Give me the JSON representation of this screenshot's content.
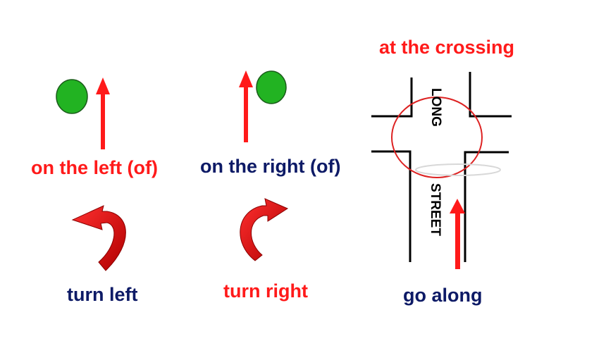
{
  "labels": {
    "on_left": "on the left (of)",
    "on_right": "on the right (of)",
    "turn_left": "turn left",
    "turn_right": "turn right",
    "at_crossing": "at the crossing",
    "go_along": "go along"
  },
  "map": {
    "street_top": "LONG",
    "street_bottom": "STREET"
  },
  "colors": {
    "arrow_red": "#ff1a1a",
    "circle_green": "#22b322",
    "text_navy": "#0d1a66",
    "curve_arrow": "#e01010"
  }
}
